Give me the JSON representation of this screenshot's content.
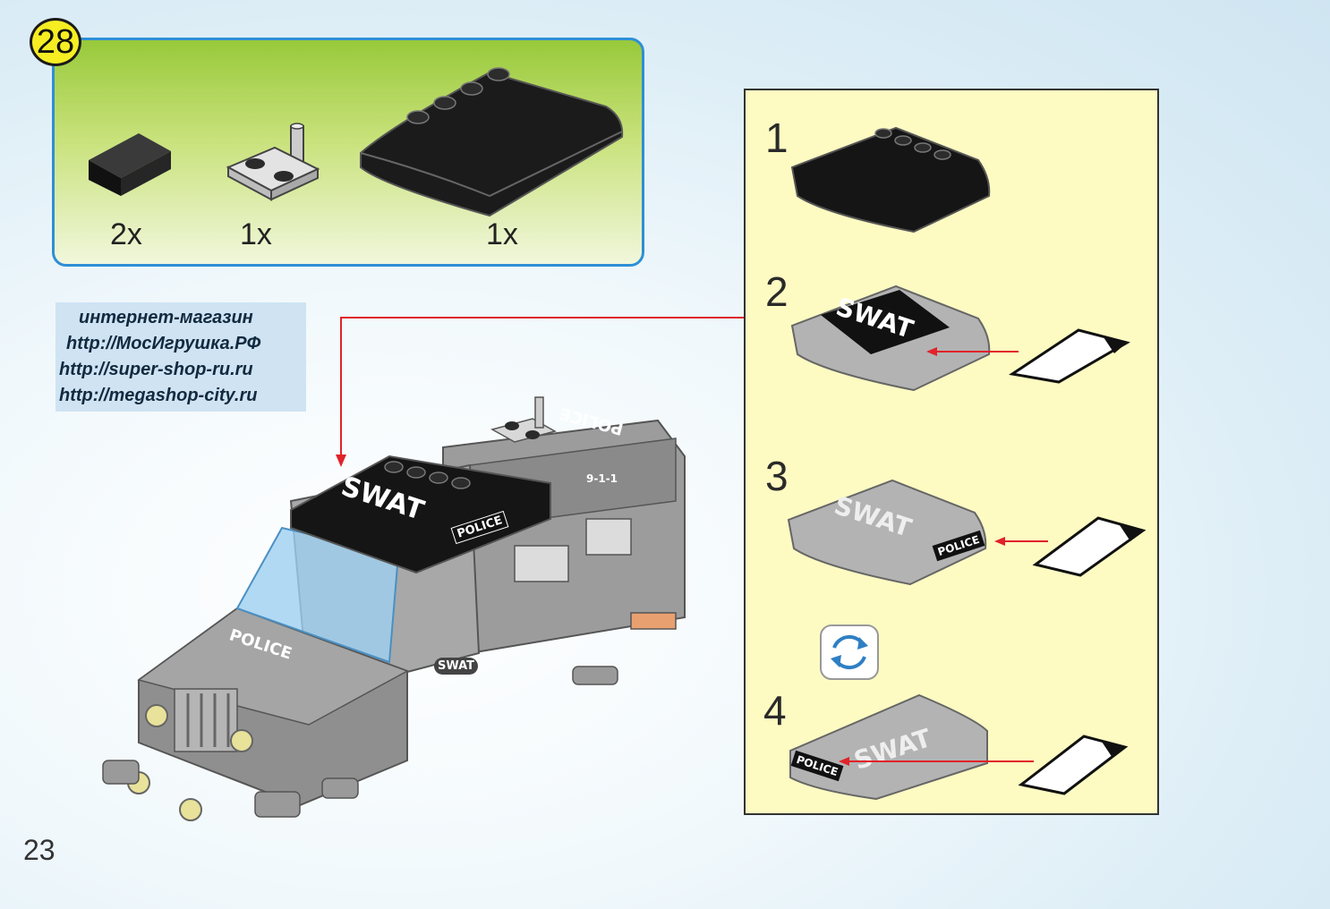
{
  "step": {
    "number": "28"
  },
  "parts": [
    {
      "name": "slope-brick",
      "qty": "2x"
    },
    {
      "name": "plate-with-bar",
      "qty": "1x"
    },
    {
      "name": "curved-roof-plate",
      "qty": "1x"
    }
  ],
  "watermark": {
    "lines": [
      "интернет-магазин",
      "http://МосИгрушка.РФ",
      "http://super-shop-ru.ru",
      "http://megashop-city.ru"
    ]
  },
  "substeps": [
    {
      "number": "1"
    },
    {
      "number": "2",
      "sticker_text": "SWAT"
    },
    {
      "number": "3",
      "sticker_text": "SWAT",
      "badge_text": "POLICE"
    },
    {
      "number": "4",
      "sticker_text": "SWAT",
      "badge_text": "POLICE"
    }
  ],
  "vehicle": {
    "roof_text": "SWAT",
    "roof_badge": "POLICE",
    "side_text": "POLICE",
    "number_text": "9-1-1",
    "hood_text": "POLICE",
    "door_text": "SWAT"
  },
  "icons": {
    "rotate": "rotate-icon"
  },
  "colors": {
    "badge": "#f6ee22",
    "box_border": "#2e8fd6",
    "panel_bg": "#fdfbc2",
    "arrow": "#e0232a"
  },
  "page": {
    "number": "23"
  }
}
